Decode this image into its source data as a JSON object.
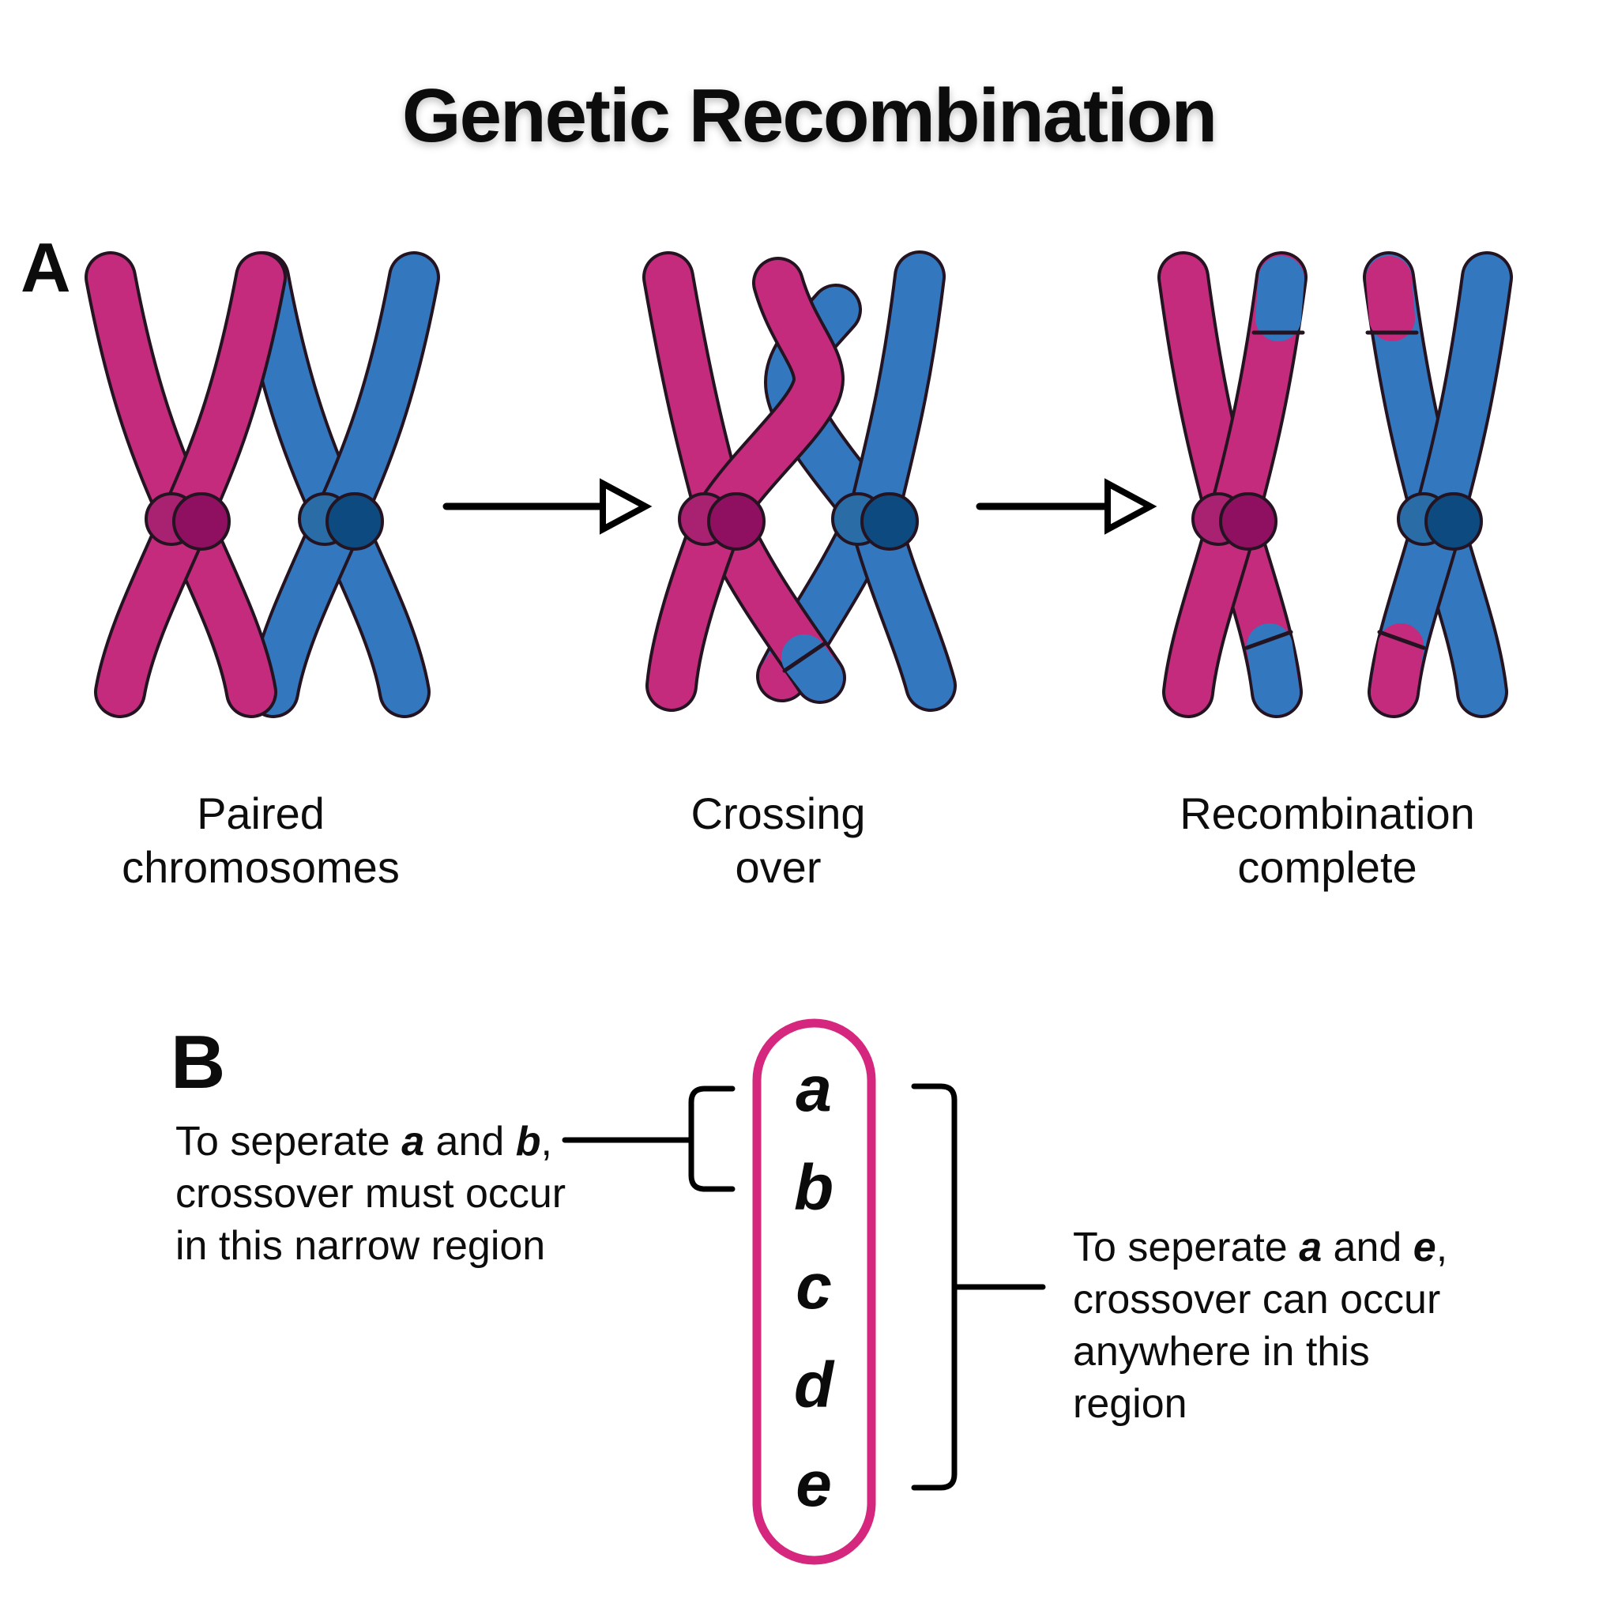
{
  "title": "Genetic Recombination",
  "panel_a": {
    "label": "A",
    "stages": [
      {
        "caption_line1": "Paired",
        "caption_line2": "chromosomes"
      },
      {
        "caption_line1": "Crossing",
        "caption_line2": "over"
      },
      {
        "caption_line1": "Recombination",
        "caption_line2": "complete"
      }
    ]
  },
  "panel_b": {
    "label": "B",
    "gene_labels": [
      "a",
      "b",
      "c",
      "d",
      "e"
    ],
    "left_note": {
      "pre": "To seperate ",
      "gene1": "a",
      "mid": " and ",
      "gene2": "b",
      "post": ",",
      "line2": "crossover must occur",
      "line3": "in this narrow region"
    },
    "right_note": {
      "pre": "To seperate ",
      "gene1": "a",
      "mid": " and ",
      "gene2": "e",
      "post": ",",
      "line2": "crossover can occur",
      "line3": "anywhere in this",
      "line4": "region"
    }
  },
  "colors": {
    "pink": "#C52B7C",
    "blue": "#3377BE",
    "pink_centromere_light": "#A92272",
    "pink_centromere_dark": "#8F1060",
    "blue_centromere_light": "#2A6CA5",
    "blue_centromere_dark": "#0D4A80",
    "outline": "#241321",
    "line": "#000000",
    "pill_border": "#D6277F",
    "text": "#101010"
  }
}
